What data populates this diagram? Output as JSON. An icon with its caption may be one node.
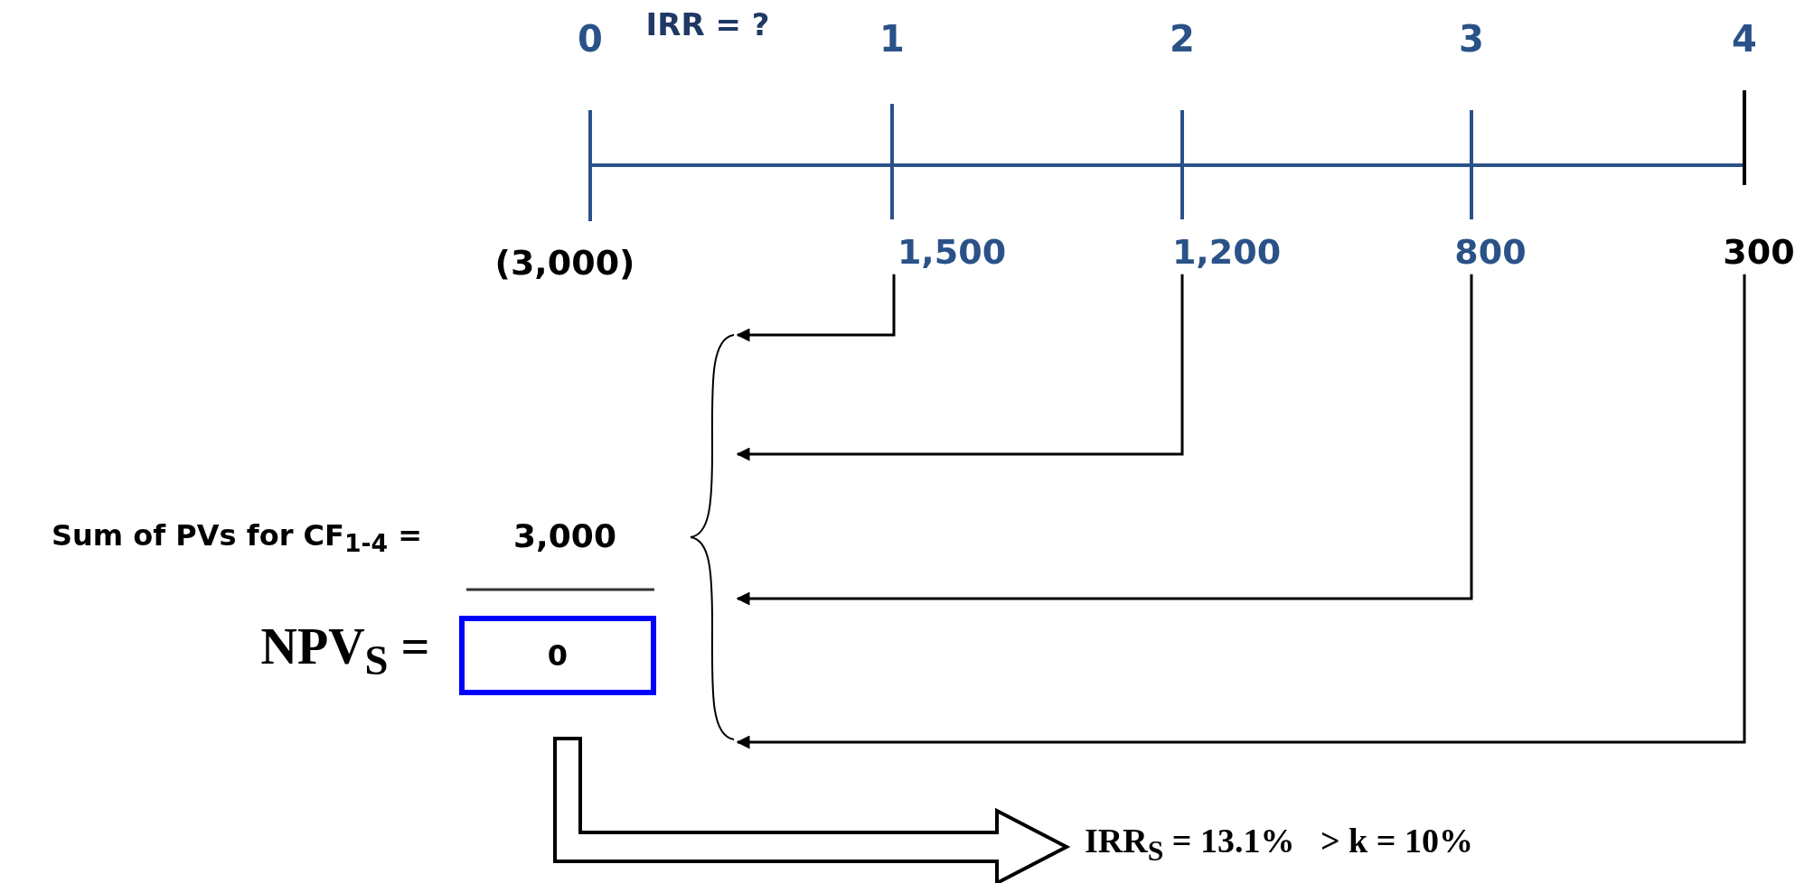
{
  "diagram": {
    "nodes": [
      {
        "text": [
          "1,500"
        ]
      },
      {
        "text": [
          "1,200"
        ]
      },
      {
        "text": [
          "800"
        ]
      },
      {
        "text": [
          "300"
        ]
      },
      {
        "text": [
          "NPV$_{S}$ =",
          "0"
        ]
      },
      {
        "text": [
          "IRR$_{S}$ = 13.1%   > k = 10%"
        ]
      },
      {
        "text": [],
        "shape": "brace"
      }
    ],
    "edges": [
      {
        "from": 0,
        "to": 6,
        "arrow": "to"
      },
      {
        "from": 1,
        "to": 6,
        "arrow": "to"
      },
      {
        "from": 2,
        "to": 6,
        "arrow": "to"
      },
      {
        "from": 3,
        "to": 6,
        "arrow": "to"
      },
      {
        "from": 4,
        "to": 5,
        "arrow": "to",
        "style": "thick"
      }
    ],
    "labels": [
      "0",
      "IRR = ?",
      "1",
      "2",
      "3",
      "4",
      "(3,000)",
      "Sum of PVs for CF$_{1-4}$ =",
      "3,000"
    ]
  }
}
